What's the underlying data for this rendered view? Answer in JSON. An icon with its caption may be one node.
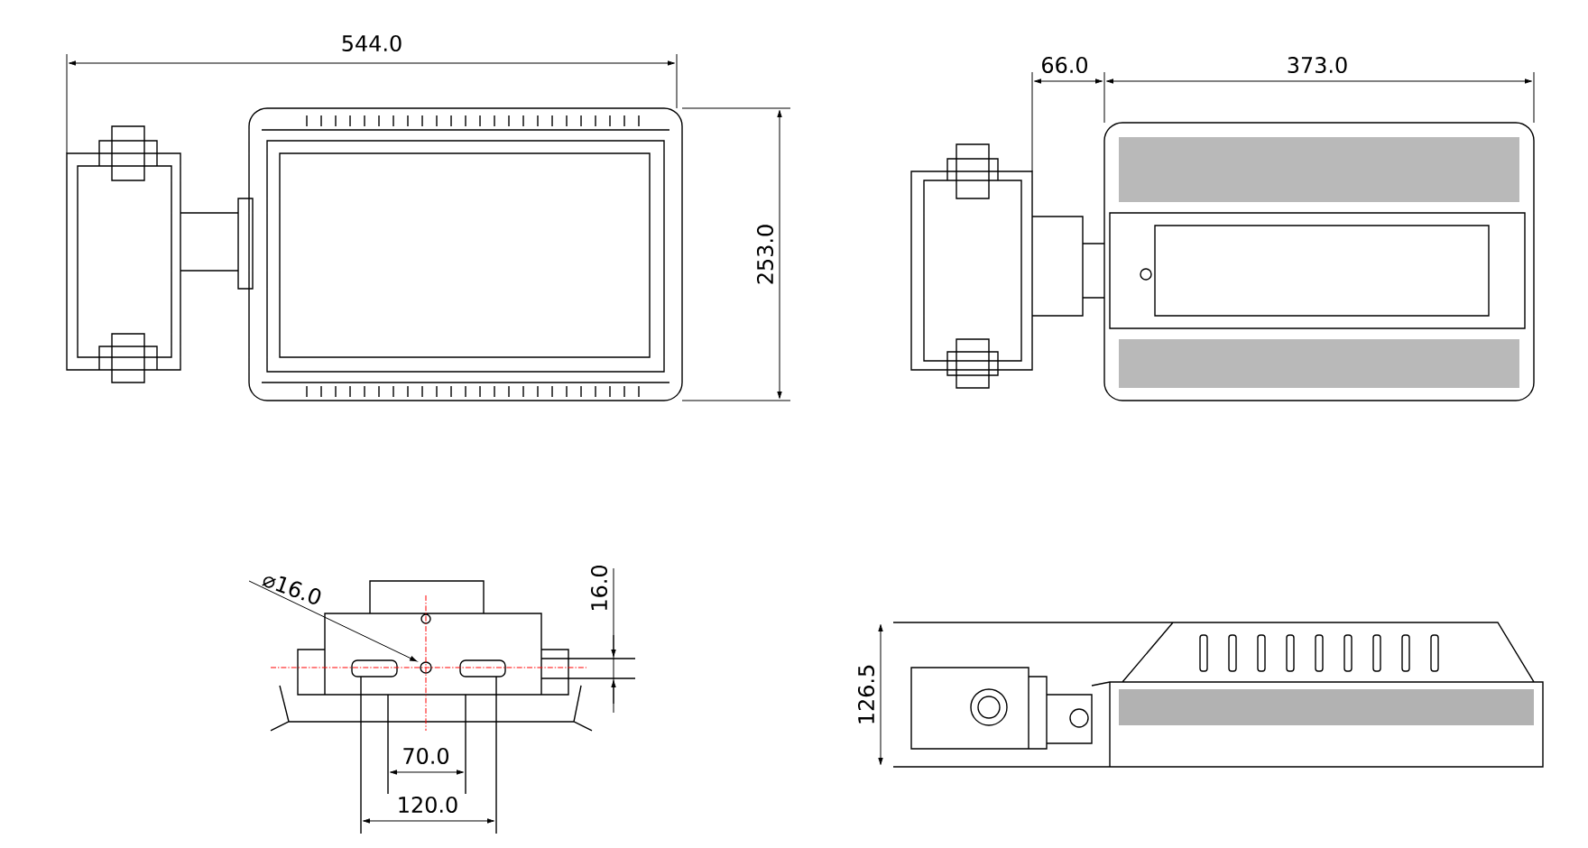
{
  "diagram": {
    "labels": [
      "544.0",
      "66.0",
      "373.0",
      "253.0",
      "⌀16.0",
      "16.0",
      "126.5",
      "70.0",
      "120.0"
    ]
  }
}
